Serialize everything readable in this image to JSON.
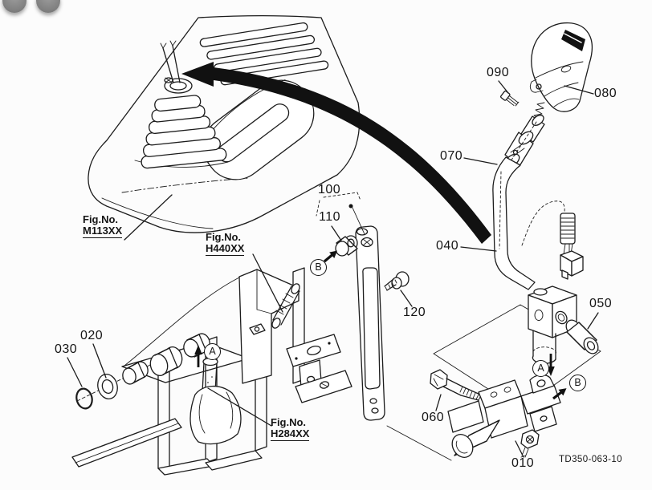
{
  "toolbar": {
    "buttons": [
      {
        "icon": "gray-circle-button"
      },
      {
        "icon": "gray-circle-button"
      }
    ]
  },
  "diagram": {
    "type": "exploded-parts-diagram",
    "subject": "control lever assembly with mounting console and frame",
    "drawing_number": "TD350-063-10",
    "figure_refs": [
      {
        "prefix": "Fig.No.",
        "code": "M113XX"
      },
      {
        "prefix": "Fig.No.",
        "code": "H440XX"
      },
      {
        "prefix": "Fig.No.",
        "code": "H284XX"
      }
    ],
    "part_labels": [
      "010",
      "020",
      "030",
      "040",
      "050",
      "060",
      "070",
      "080",
      "090",
      "100",
      "110",
      "120"
    ],
    "view_markers": [
      {
        "letter": "A",
        "location": "center-frame",
        "arrow": "up"
      },
      {
        "letter": "A",
        "location": "right-block",
        "arrow": "down"
      },
      {
        "letter": "B",
        "location": "left-plate",
        "arrow": "up-right"
      },
      {
        "letter": "B",
        "location": "right-bracket",
        "arrow": "up-right"
      }
    ],
    "colors": {
      "line": "#1c1c1c",
      "background": "#fcfcfc",
      "button_gray": "#8e8e8e"
    }
  }
}
